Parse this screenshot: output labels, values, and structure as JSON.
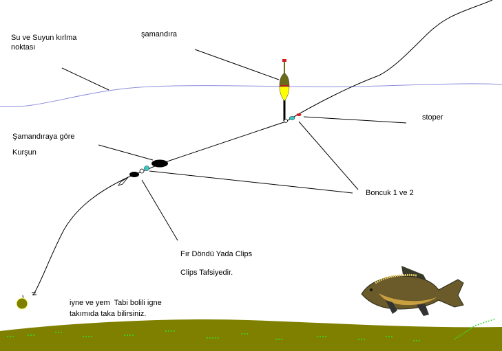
{
  "labels": {
    "water_break_1": "Su ve Suyun kırlma",
    "water_break_2": "noktası",
    "float": "şamandıra",
    "stopper": "stoper",
    "lead_1": "Şamandıraya göre",
    "lead_2": "Kurşun",
    "beads": "Boncuk 1 ve 2",
    "swivel_1": "Fır Döndü Yada Clips",
    "swivel_2": "Clips Tafsiyedir.",
    "hook_1": "iyne ve yem  Tabi bolili igne",
    "hook_2": "takımıda taka bilirsiniz."
  },
  "colors": {
    "water": "#8c8cdc",
    "ground": "#808000",
    "grass": "#33dd33",
    "float_top": "#6b6b1a",
    "float_bottom": "#ffff00",
    "bead": "#33cccc",
    "stopper": "#cc2222",
    "bait": "#808000"
  }
}
